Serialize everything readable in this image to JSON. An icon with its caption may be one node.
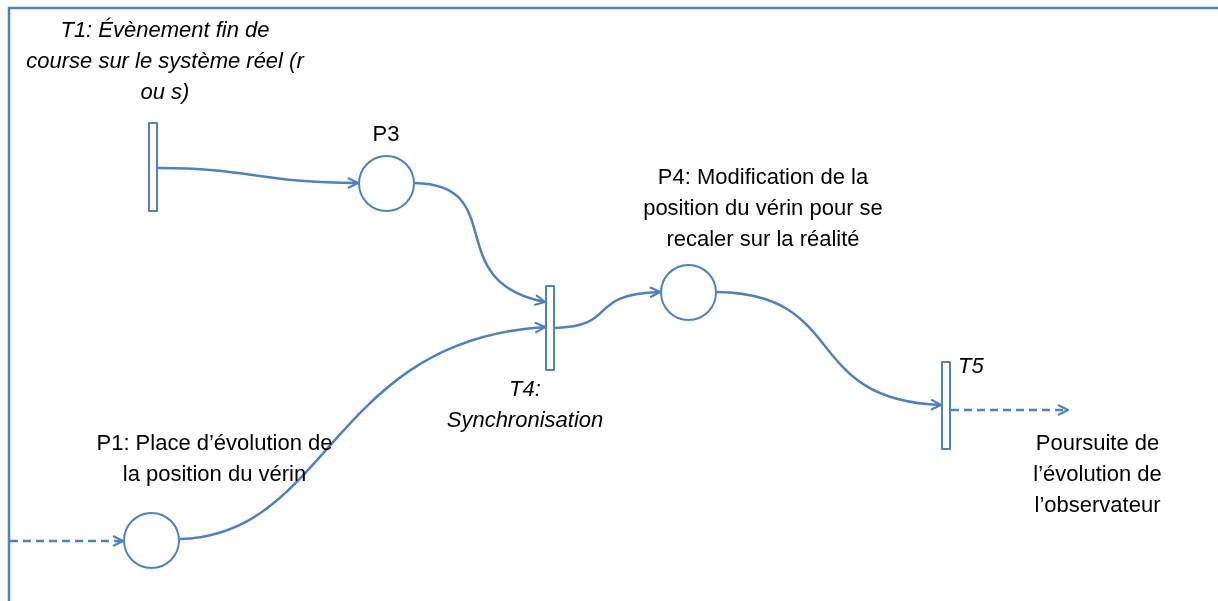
{
  "diagram": {
    "nodes": [
      {
        "text": [
          "T1: Évènement fin de course sur le système réel (r ou s)"
        ]
      },
      {
        "text": [
          "P3"
        ]
      },
      {
        "text": [
          "T4: Synchronisation"
        ]
      },
      {
        "text": [
          "P4: Modification de la position du vérin pour se recaler sur la réalité"
        ]
      },
      {
        "text": [
          "P1: Place d’évolution de la position du vérin"
        ]
      },
      {
        "text": [
          "T5"
        ]
      }
    ],
    "edges": [
      {
        "from": 0,
        "to": 1,
        "arrow": "to"
      },
      {
        "from": 1,
        "to": 2,
        "arrow": "to"
      },
      {
        "from": 4,
        "to": 2,
        "arrow": "to"
      },
      {
        "from": 2,
        "to": 3,
        "arrow": "to"
      },
      {
        "from": 3,
        "to": 5,
        "arrow": "to"
      },
      {
        "from": 5,
        "to": null,
        "arrow": "to",
        "style": "dashed"
      },
      {
        "from": null,
        "to": 4,
        "arrow": "to",
        "style": "dashed"
      }
    ],
    "labels": [
      "Poursuite de l’évolution de l’observateur"
    ]
  }
}
